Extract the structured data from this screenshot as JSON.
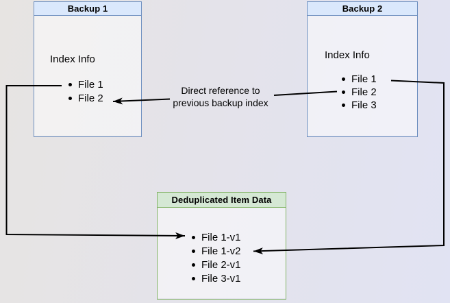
{
  "diagram": {
    "backup1": {
      "title": "Backup 1",
      "section_label": "Index Info",
      "items": [
        "File 1",
        "File 2"
      ]
    },
    "backup2": {
      "title": "Backup 2",
      "section_label": "Index Info",
      "items": [
        "File 1",
        "File 2",
        "File 3"
      ]
    },
    "dedup": {
      "title": "Deduplicated Item Data",
      "items": [
        "File 1-v1",
        "File 1-v2",
        "File 2-v1",
        "File 3-v1"
      ]
    },
    "edge_label": {
      "line1": "Direct reference to",
      "line2": "previous backup index"
    }
  },
  "colors": {
    "backup_header_fill": "#dae8fc",
    "backup_border": "#6c8ebf",
    "dedup_header_fill": "#d5e8d4",
    "dedup_border": "#82b366",
    "node_body_fill": "rgba(255,255,255,0.5)",
    "connector": "#000000",
    "background_left": "#e7e4e2",
    "background_right": "#e1e3f3"
  }
}
